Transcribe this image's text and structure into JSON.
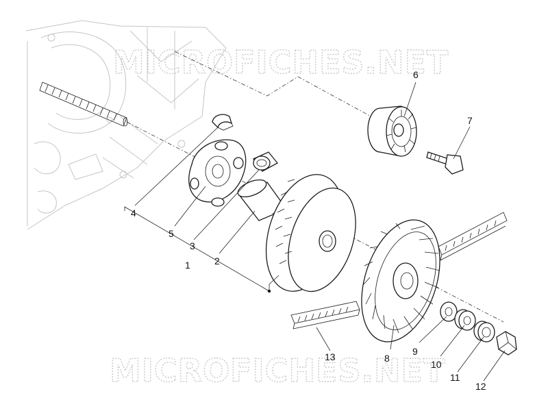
{
  "watermark": "MICROFICHES.NET",
  "callouts": [
    {
      "id": "1",
      "label": "1"
    },
    {
      "id": "2",
      "label": "2"
    },
    {
      "id": "3",
      "label": "3"
    },
    {
      "id": "4",
      "label": "4"
    },
    {
      "id": "5",
      "label": "5"
    },
    {
      "id": "6",
      "label": "6"
    },
    {
      "id": "7",
      "label": "7"
    },
    {
      "id": "8",
      "label": "8"
    },
    {
      "id": "9",
      "label": "9"
    },
    {
      "id": "10",
      "label": "10"
    },
    {
      "id": "11",
      "label": "11"
    },
    {
      "id": "12",
      "label": "12"
    },
    {
      "id": "13",
      "label": "13"
    }
  ]
}
